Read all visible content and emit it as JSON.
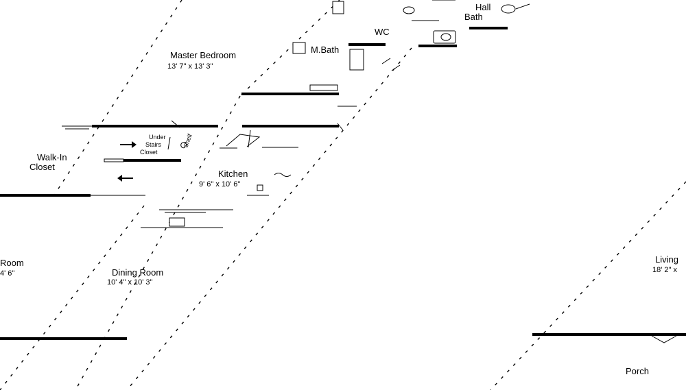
{
  "rooms": {
    "master_bedroom": {
      "name": "Master Bedroom",
      "size": "13' 7\" x 13' 3\""
    },
    "m_bath": {
      "name": "M.Bath"
    },
    "wc": {
      "name": "WC"
    },
    "hall_bath": {
      "name": "Hall Bath"
    },
    "walk_in_closet": {
      "name": "Walk-In Closet"
    },
    "under_stairs_closet": {
      "name": "Under Stairs Closet"
    },
    "kitchen": {
      "name": "Kitchen",
      "size": "9' 6\" x 10' 6\""
    },
    "dining_room": {
      "name": "Dining Room",
      "size": "10' 4\" x 10' 3\""
    },
    "bedroom_partial": {
      "name": "Room",
      "size": "4' 6\""
    },
    "living_partial": {
      "name": "Living",
      "size": "18' 2\" x"
    },
    "porch": {
      "name": "Porch"
    }
  },
  "labels": {
    "closet_line1": "Walk-In",
    "closet_line2": "Closet",
    "under_stairs_line1": "Under",
    "under_stairs_line2": "Stairs",
    "under_stairs_line3": "Closet",
    "shelf": "Shelf",
    "hall_line1": "Hall",
    "hall_line2": "Bath"
  },
  "icons": [
    "arrow-right-icon",
    "arrow-left-icon",
    "toilet-icon",
    "sink-icon",
    "stove-icon"
  ]
}
